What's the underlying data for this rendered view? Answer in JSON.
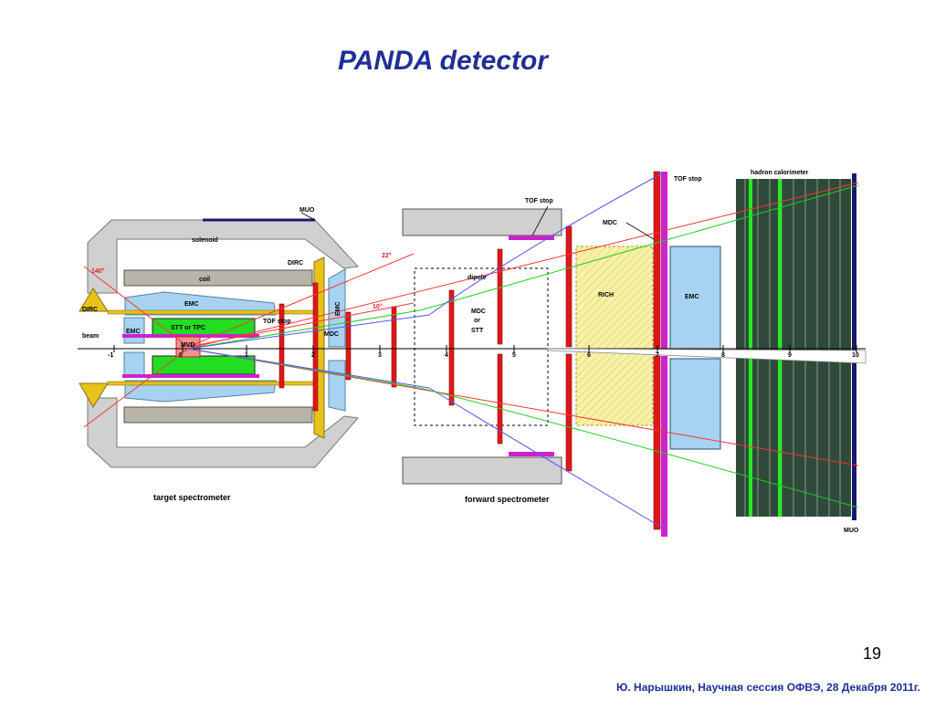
{
  "title": "PANDA detector",
  "page_number": "19",
  "footer": "Ю. Нарышкин, Научная сессия ОФВЭ, 28  Декабря 2011г.",
  "colors": {
    "title": "#1f2f96",
    "magnet_yoke": "#d0d0d0",
    "calorimeter": "#a7d2f2",
    "tracker": "#22dd22",
    "detector_plane": "#e01818",
    "tof": "#cc22cc",
    "rich": "#f7f2a8",
    "hadron_calorimeter": "#2f4a3a",
    "track_red": "#ff3333",
    "track_green": "#22cc22",
    "track_blue": "#5555ff"
  },
  "labels": {
    "muo_top": "MUO",
    "solenoid": "solenoid",
    "coil": "coil",
    "dirc_top": "DIRC",
    "dirc_left": "DIRC",
    "emc_barrel": "EMC",
    "emc_endcap": "EMC",
    "emc_back": "EMC",
    "stt": "STT or TPC",
    "mvd": "MVD",
    "beam": "beam",
    "tof_stop_target": "TOF stop",
    "mdc_target": "MDC",
    "angle_140": "140°",
    "angle_22": "22°",
    "angle_10": "10°",
    "dipole": "dipole",
    "mdc_or_stt": [
      "MDC",
      "or",
      "STT"
    ],
    "tof_stop_forward": "TOF stop",
    "mdc_forward": "MDC",
    "rich": "RICH",
    "emc_forward": "EMC",
    "tof_stop_far": "TOF stop",
    "hadron_calorimeter": "hadron calorimeter",
    "muo_bottom": "MUO",
    "target_spectrometer": "target spectrometer",
    "forward_spectrometer": "forward spectrometer"
  },
  "axis_ticks": [
    "-1",
    "0",
    "1",
    "2",
    "3",
    "4",
    "5",
    "6",
    "7",
    "8",
    "9",
    "10"
  ]
}
